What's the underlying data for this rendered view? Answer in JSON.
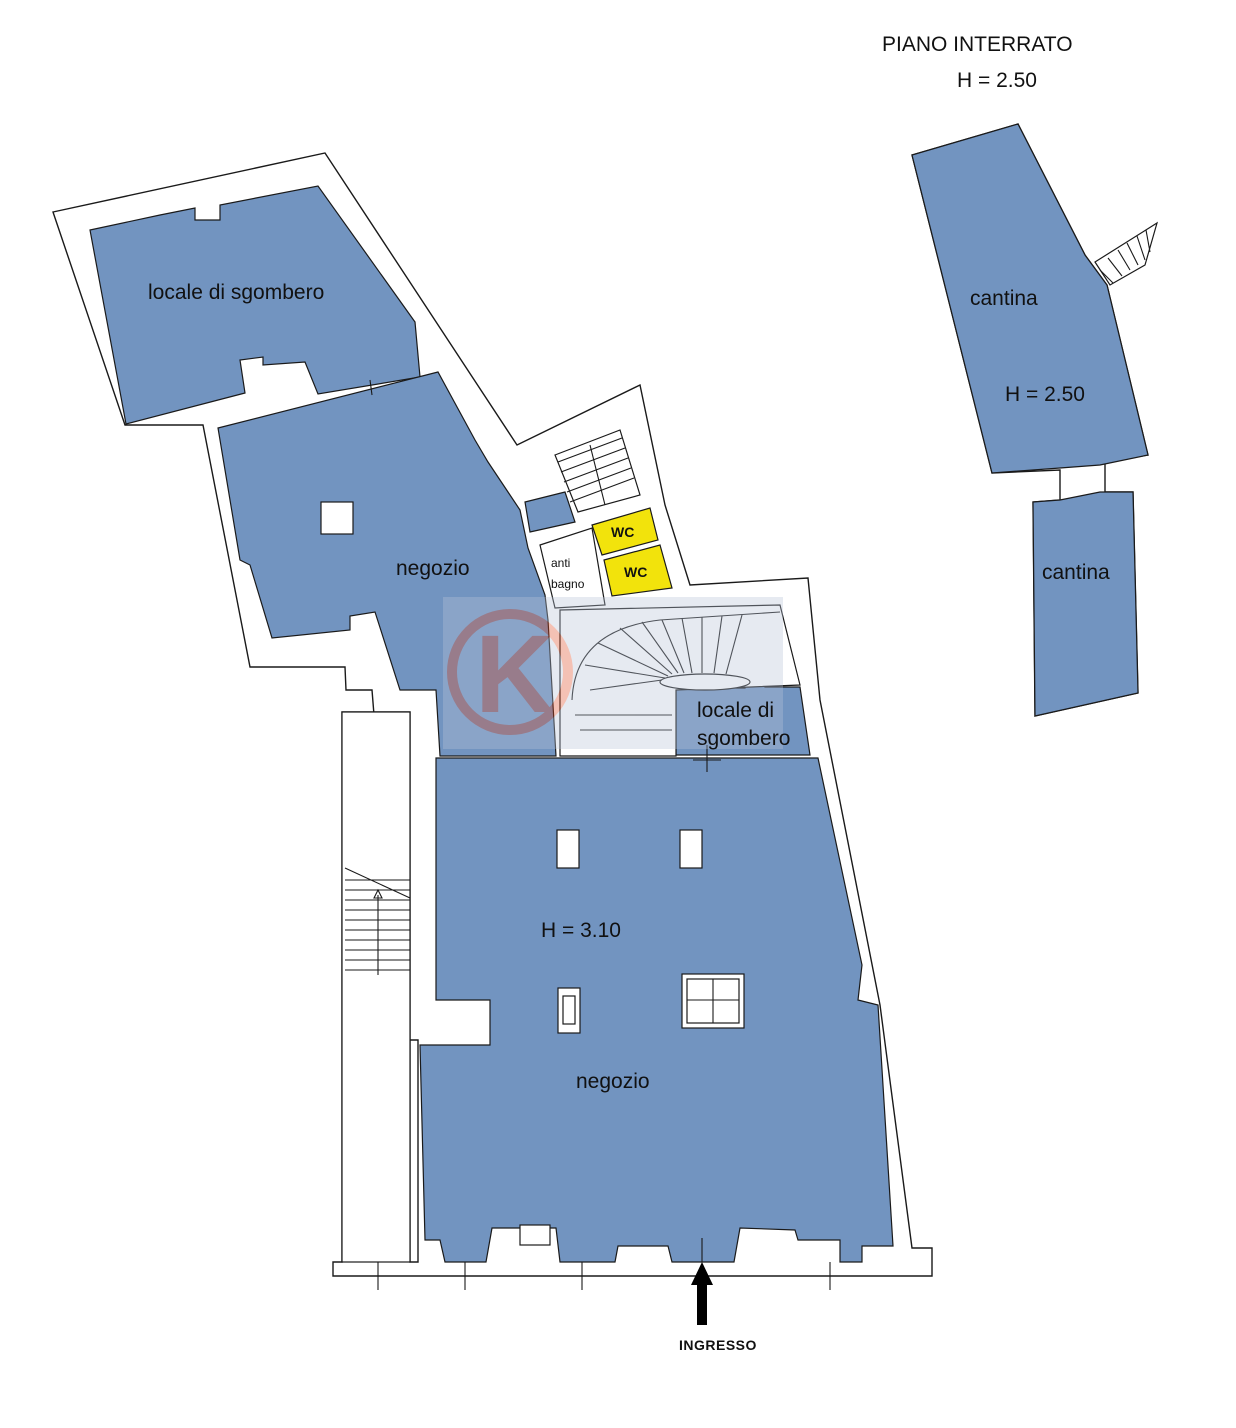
{
  "plan": {
    "title": "PIANO INTERRATO",
    "title_height": "H = 2.50",
    "rooms": {
      "locale_sgombero_top": "locale di sgombero",
      "negozio_upper": "negozio",
      "anti": "anti",
      "bagno": "bagno",
      "wc1": "WC",
      "wc2": "WC",
      "locale_sgombero_mid_line1": "locale di",
      "locale_sgombero_mid_line2": "sgombero",
      "negozio_height": "H = 3.10",
      "negozio_lower": "negozio",
      "cantina_upper": "cantina",
      "cantina_height": "H = 2.50",
      "cantina_lower": "cantina"
    },
    "entrance": "INGRESSO",
    "colors": {
      "room_fill": "#7294c0",
      "wc_fill": "#f2e30c",
      "wall": "#1a1a1a",
      "background": "#ffffff",
      "watermark": "#e0502a"
    }
  }
}
